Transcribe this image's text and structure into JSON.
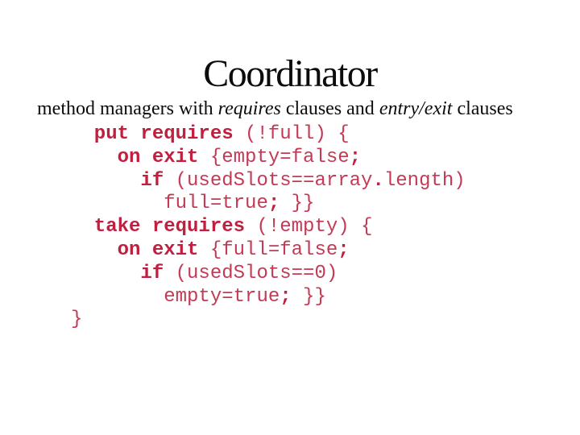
{
  "slide": {
    "title": "Coordinator",
    "subtitle": {
      "full_text": "method managers with requires clauses and entry/exit clauses",
      "parts": [
        {
          "text": "method managers with ",
          "italic": false
        },
        {
          "text": "requires",
          "italic": true
        },
        {
          "text": " clauses and ",
          "italic": false
        },
        {
          "text": "entry/exit",
          "italic": true
        },
        {
          "text": " clauses",
          "italic": false
        }
      ]
    },
    "code": {
      "lines": [
        {
          "segments": [
            {
              "text": "  put requires",
              "bold": true
            },
            {
              "text": " (!full) {",
              "bold": false
            }
          ]
        },
        {
          "segments": [
            {
              "text": "    on exit",
              "bold": true
            },
            {
              "text": " {empty=false",
              "bold": false
            },
            {
              "text": ";",
              "bold": true
            }
          ]
        },
        {
          "segments": [
            {
              "text": "      if",
              "bold": true
            },
            {
              "text": " (usedSlots==array",
              "bold": false
            },
            {
              "text": ".",
              "bold": true
            },
            {
              "text": "length)",
              "bold": false
            }
          ]
        },
        {
          "segments": [
            {
              "text": "        full=true",
              "bold": false
            },
            {
              "text": ";",
              "bold": true
            },
            {
              "text": " }}",
              "bold": false
            }
          ]
        },
        {
          "segments": [
            {
              "text": "  take requires",
              "bold": true
            },
            {
              "text": " (!empty) {",
              "bold": false
            }
          ]
        },
        {
          "segments": [
            {
              "text": "    on exit",
              "bold": true
            },
            {
              "text": " {full=false",
              "bold": false
            },
            {
              "text": ";",
              "bold": true
            }
          ]
        },
        {
          "segments": [
            {
              "text": "      if",
              "bold": true
            },
            {
              "text": " (usedSlots==0)",
              "bold": false
            }
          ]
        },
        {
          "segments": [
            {
              "text": "        empty=true",
              "bold": false
            },
            {
              "text": ";",
              "bold": true
            },
            {
              "text": " }}",
              "bold": false
            }
          ]
        },
        {
          "segments": [
            {
              "text": "}",
              "bold": false
            }
          ]
        }
      ]
    },
    "colors": {
      "background": "#ffffff",
      "title_text": "#0c0c0c",
      "code_regular": "#c43a55",
      "code_keyword": "#c11f40"
    }
  }
}
